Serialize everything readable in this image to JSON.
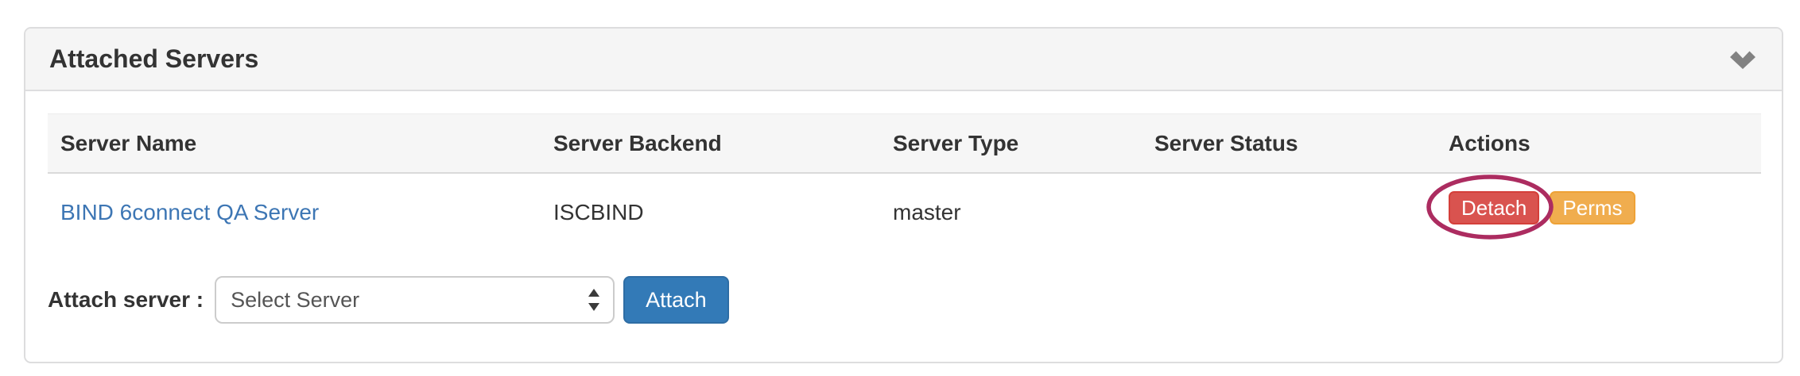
{
  "panel": {
    "title": "Attached Servers",
    "collapse_icon": "chevron-down-icon"
  },
  "table": {
    "columns": {
      "name": "Server Name",
      "backend": "Server Backend",
      "type": "Server Type",
      "status": "Server Status",
      "actions": "Actions"
    },
    "rows": [
      {
        "server_name": "BIND 6connect QA Server",
        "server_backend": "ISCBIND",
        "server_type": "master",
        "server_status": "",
        "actions": {
          "detach_label": "Detach",
          "perms_label": "Perms"
        }
      }
    ]
  },
  "attach_form": {
    "label": "Attach server :",
    "select_value": "Select Server",
    "attach_button_label": "Attach"
  },
  "annotation": {
    "type": "ellipse-highlight",
    "target": "detach-button",
    "color": "#ac2c60"
  },
  "colors": {
    "link": "#3d76b4",
    "danger_bg": "#d9534f",
    "danger_border": "#d43f3a",
    "warning_bg": "#f0ad4e",
    "warning_border": "#eea236",
    "primary_bg": "#337ab7",
    "primary_border": "#2e6da4",
    "panel_border": "#dddddd",
    "heading_bg": "#f5f5f5",
    "thead_bg": "#f6f6f6",
    "chevron": "#828282"
  }
}
